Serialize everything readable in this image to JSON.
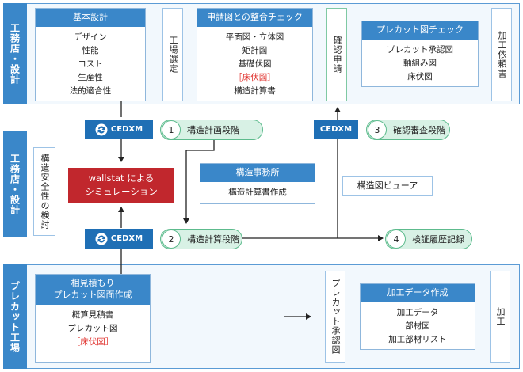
{
  "bands": {
    "top_label": "工務店・設計",
    "middle_label": "工務店・設計",
    "bottom_label": "プレカット工場"
  },
  "cards": {
    "kihon": {
      "title": "基本設計",
      "items": [
        "デザイン",
        "性能",
        "コスト",
        "生産性",
        "法的適合性"
      ]
    },
    "shinsei": {
      "title": "申請図との整合チェック",
      "items": [
        "平面図・立体図",
        "矩計図",
        "基礎伏図",
        "［床伏図］",
        "構造計算書"
      ]
    },
    "precut_check": {
      "title": "プレカット図チェック",
      "items": [
        "プレカット承認図",
        "軸組み図",
        "床伏図"
      ]
    },
    "jimusho": {
      "title": "構造事務所",
      "items": [
        "構造計算書作成"
      ]
    },
    "aimitsumori": {
      "title": "相見積もり\nプレカット図面作成",
      "items": [
        "概算見積書",
        "プレカット図",
        "［床伏図］"
      ]
    },
    "kako_data": {
      "title": "加工データ作成",
      "items": [
        "加工データ",
        "部材図",
        "加工部材リスト"
      ]
    }
  },
  "vertical": {
    "kojo": "工場選定",
    "kakunin": "確認申請",
    "irai": "加工依頼書",
    "anzen": "構造安全性の検討",
    "shonin": "プレカット承認図",
    "kako": "加工"
  },
  "cedxm": {
    "label": "CEDXM"
  },
  "stages": [
    {
      "num": "1",
      "label": "構造計画段階"
    },
    {
      "num": "2",
      "label": "構造計算段階"
    },
    {
      "num": "3",
      "label": "確認審査段階"
    },
    {
      "num": "4",
      "label": "検証履歴記録"
    }
  ],
  "simulation": {
    "line1": "wallstat による",
    "line2": "シミュレーション"
  },
  "viewer": "構造図ビューア",
  "colors": {
    "band_blue": "#3a87c9",
    "cedxm_blue": "#1f6fb5",
    "stage_green": "#5dbb8d",
    "sim_red": "#c1272d"
  }
}
